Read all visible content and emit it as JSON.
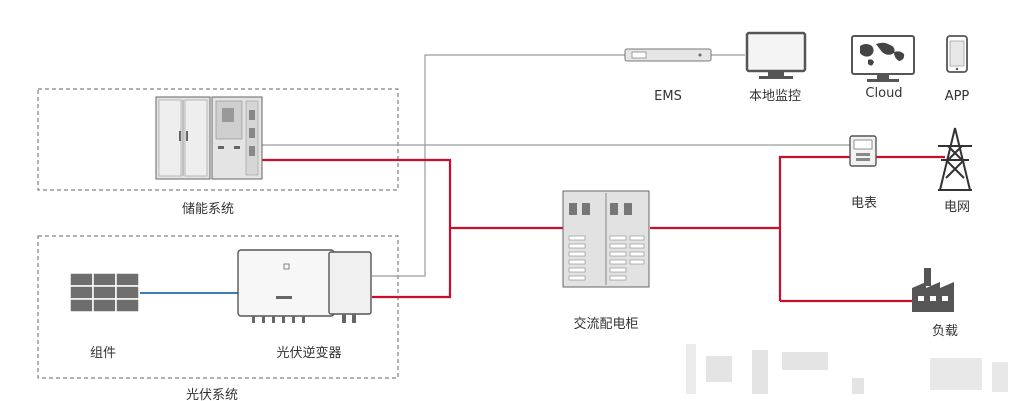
{
  "labels": {
    "ems": "EMS",
    "local_monitor": "本地监控",
    "cloud": "Cloud",
    "app": "APP",
    "storage_system": "储能系统",
    "meter": "电表",
    "grid": "电网",
    "ac_cabinet": "交流配电柜",
    "load": "负载",
    "module": "组件",
    "pv_inverter": "光伏逆变器",
    "pv_system": "光伏系统"
  },
  "colors": {
    "power_line": "#c8102e",
    "comm_line": "#9a9a9a",
    "dc_line": "#3a7cb8",
    "equipment": "#dcdcdc",
    "outline": "#555555"
  },
  "icons": [
    "ems-icon",
    "monitor-icon",
    "cloud-map-icon",
    "phone-icon",
    "battery-cabinet-icon",
    "meter-icon",
    "power-tower-icon",
    "ac-cabinet-icon",
    "factory-icon",
    "solar-panel-icon",
    "inverter-icon"
  ]
}
